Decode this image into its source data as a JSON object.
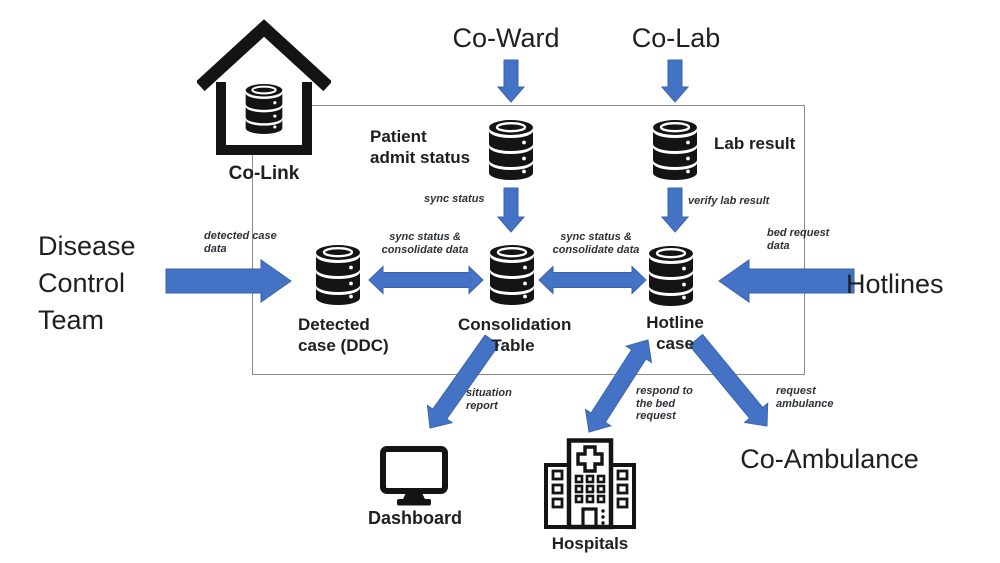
{
  "nodes": {
    "co_link": "Co-Link",
    "co_ward": "Co-Ward",
    "co_lab": "Co-Lab",
    "patient_admit_status": "Patient admit status",
    "lab_result": "Lab result",
    "disease_control_team": "Disease Control Team",
    "detected_case_ddc": "Detected case (DDC)",
    "consolidation_table": "Consolidation Table",
    "hotline_case": "Hotline case",
    "hotlines": "Hotlines",
    "dashboard": "Dashboard",
    "hospitals": "Hospitals",
    "co_ambulance": "Co-Ambulance"
  },
  "edge_labels": {
    "sync_status": "sync status",
    "verify_lab_result": "verify lab result",
    "detected_case_data": "detected case\ndata",
    "sync_status_consolidate_left": "sync status &\nconsolidate data",
    "sync_status_consolidate_right": "sync status &\nconsolidate data",
    "bed_request_data": "bed request\ndata",
    "situation_report": "situation\nreport",
    "respond_to_bed_request": "respond to\nthe bed\nrequest",
    "request_ambulance": "request\nambulance"
  },
  "icons": {
    "co_link": "house-database-icon",
    "databases": "database-icon",
    "dashboard": "monitor-icon",
    "hospitals": "hospital-building-icon"
  },
  "colors": {
    "arrow_fill": "#4472c4",
    "arrow_edge": "#3a63ae",
    "icon": "#141414",
    "border": "#8c8c8c",
    "text": "#1f1f1f"
  }
}
